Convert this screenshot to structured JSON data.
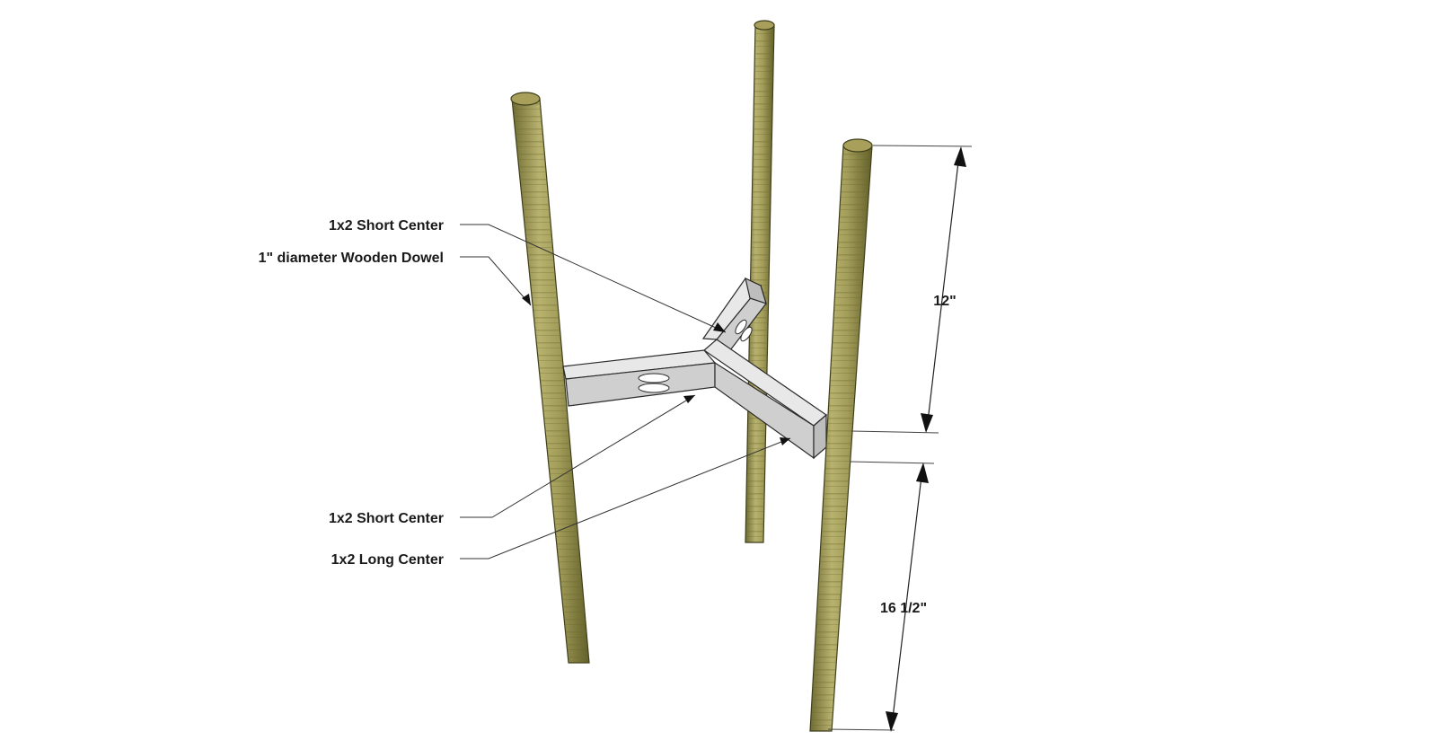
{
  "callouts": {
    "short_center_top": "1x2 Short Center",
    "dowel": "1\" diameter Wooden Dowel",
    "short_center_bottom": "1x2 Short Center",
    "long_center": "1x2 Long Center"
  },
  "dimensions": {
    "upper": "12\"",
    "lower": "16 1/2\""
  },
  "colors": {
    "dowel_light": "#b3ad6a",
    "dowel_dark": "#7c7a3c",
    "board": "#e6e6e6",
    "text": "#1a1a1a"
  }
}
